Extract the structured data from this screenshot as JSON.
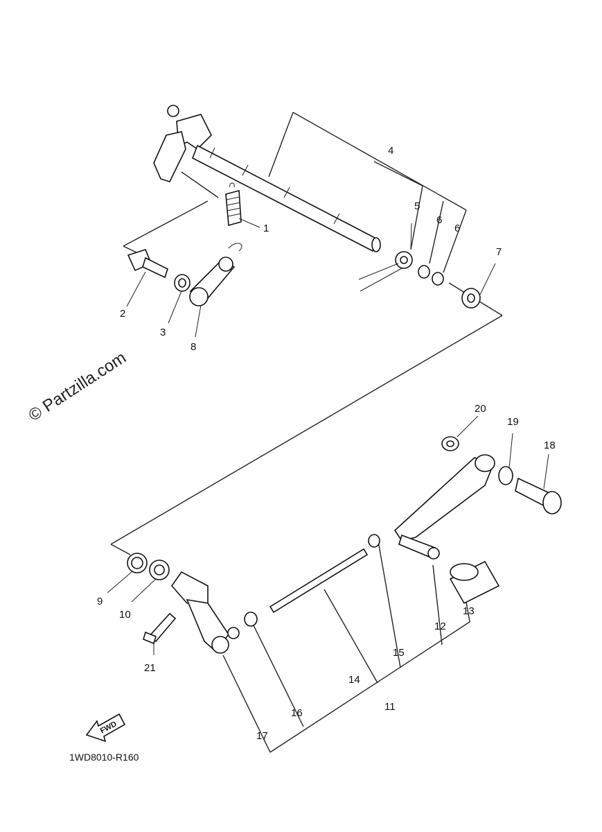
{
  "watermark": "© Partzilla.com",
  "diagram_code": "1WD8010-R160",
  "fwd_label": "FWD",
  "callouts": [
    {
      "key": "c1",
      "label": "1"
    },
    {
      "key": "c2",
      "label": "2"
    },
    {
      "key": "c3",
      "label": "3"
    },
    {
      "key": "c4",
      "label": "4"
    },
    {
      "key": "c5",
      "label": "5"
    },
    {
      "key": "c6a",
      "label": "6"
    },
    {
      "key": "c6b",
      "label": "6"
    },
    {
      "key": "c7",
      "label": "7"
    },
    {
      "key": "c8",
      "label": "8"
    },
    {
      "key": "c9",
      "label": "9"
    },
    {
      "key": "c10",
      "label": "10"
    },
    {
      "key": "c11",
      "label": "11"
    },
    {
      "key": "c12",
      "label": "12"
    },
    {
      "key": "c13",
      "label": "13"
    },
    {
      "key": "c14",
      "label": "14"
    },
    {
      "key": "c15",
      "label": "15"
    },
    {
      "key": "c16",
      "label": "16"
    },
    {
      "key": "c17",
      "label": "17"
    },
    {
      "key": "c18",
      "label": "18"
    },
    {
      "key": "c19",
      "label": "19"
    },
    {
      "key": "c20",
      "label": "20"
    },
    {
      "key": "c21",
      "label": "21"
    }
  ]
}
